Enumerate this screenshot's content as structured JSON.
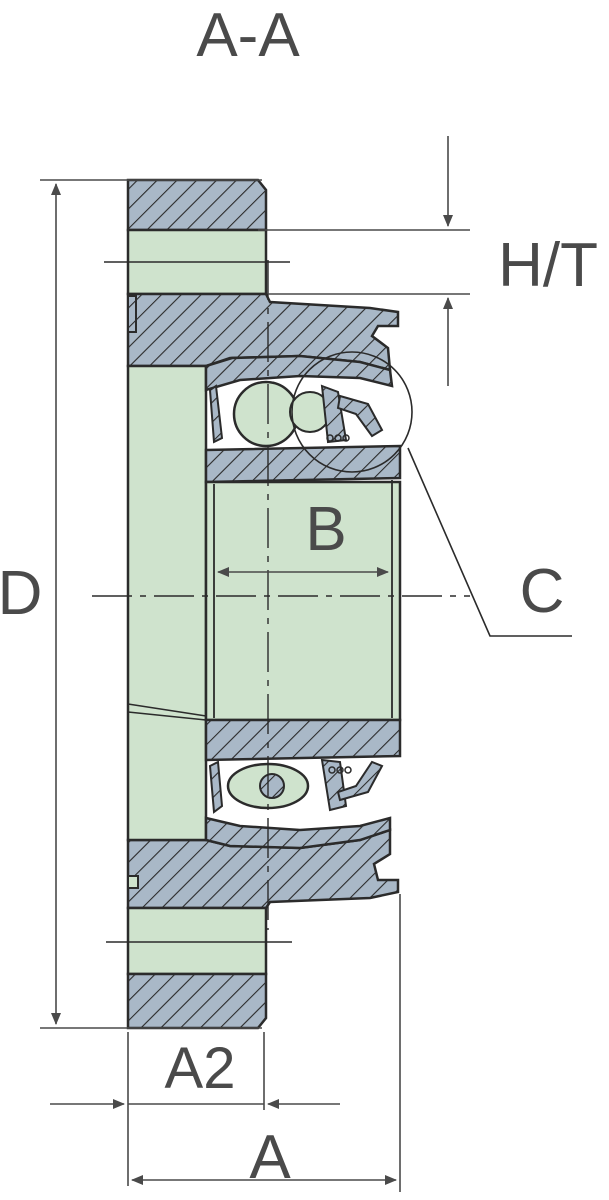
{
  "labels": {
    "section": "A-A",
    "height_thickness": "H/T",
    "bore_width": "B",
    "outer_diameter": "D",
    "detail": "C",
    "offset": "A2",
    "overall_width": "A"
  },
  "colors": {
    "hatch_fill": "#a9b8c7",
    "body_fill": "#cfe3cd",
    "line": "#2b2b2b",
    "dimension": "#4a4a4a",
    "background": "#ffffff"
  }
}
